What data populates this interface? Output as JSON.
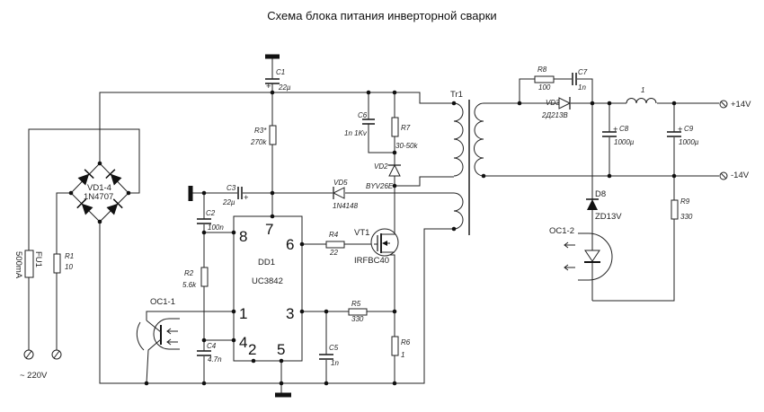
{
  "title": "Схема блока питания инверторной сварки",
  "input": {
    "voltage": "~ 220V"
  },
  "components": {
    "fu1": {
      "ref": "FU1",
      "value": "500mA"
    },
    "r1": {
      "ref": "R1",
      "value": "10"
    },
    "bridge": {
      "ref": "VD1-4",
      "value": "1N4707"
    },
    "c1": {
      "ref": "C1",
      "value": "22µ",
      "polarity": "+"
    },
    "r3": {
      "ref": "R3*",
      "value": "270k"
    },
    "c6": {
      "ref": "C6",
      "value": "1n 1Kv"
    },
    "r7": {
      "ref": "R7",
      "value": "30-50k"
    },
    "vd2": {
      "ref": "VD2",
      "value": "BYV26E"
    },
    "c3": {
      "ref": "C3",
      "value": "22µ",
      "polarity": "+"
    },
    "vd5": {
      "ref": "VD5",
      "value": "1N4148"
    },
    "c2": {
      "ref": "C2",
      "value": "100n"
    },
    "r2": {
      "ref": "R2",
      "value": "5.6k"
    },
    "c4": {
      "ref": "C4",
      "value": "4.7n"
    },
    "dd1": {
      "ref": "DD1",
      "value": "UC3842",
      "pins": [
        "8",
        "7",
        "6",
        "1",
        "3",
        "4",
        "2",
        "5"
      ]
    },
    "r4": {
      "ref": "R4",
      "value": "22"
    },
    "vt1": {
      "ref": "VT1",
      "value": "IRFBC40"
    },
    "r5": {
      "ref": "R5",
      "value": "330"
    },
    "c5": {
      "ref": "C5",
      "value": "1n"
    },
    "r6": {
      "ref": "R6",
      "value": "1"
    },
    "oc1_1": {
      "ref": "OC1-1"
    },
    "tr1": {
      "ref": "Tr1"
    },
    "r8": {
      "ref": "R8",
      "value": "100"
    },
    "c7": {
      "ref": "C7",
      "value": "1n"
    },
    "vd3": {
      "ref": "VD3",
      "value": "2Д213В"
    },
    "l1": {
      "ref": "1"
    },
    "c8": {
      "ref": "C8",
      "value": "1000µ",
      "polarity": "+"
    },
    "c9": {
      "ref": "C9",
      "value": "1000µ",
      "polarity": "+"
    },
    "d8": {
      "ref": "D8",
      "value": "ZD13V"
    },
    "oc1_2": {
      "ref": "OC1-2"
    },
    "r9": {
      "ref": "R9",
      "value": "330"
    }
  },
  "outputs": {
    "plus": "+14V",
    "minus": "-14V"
  }
}
